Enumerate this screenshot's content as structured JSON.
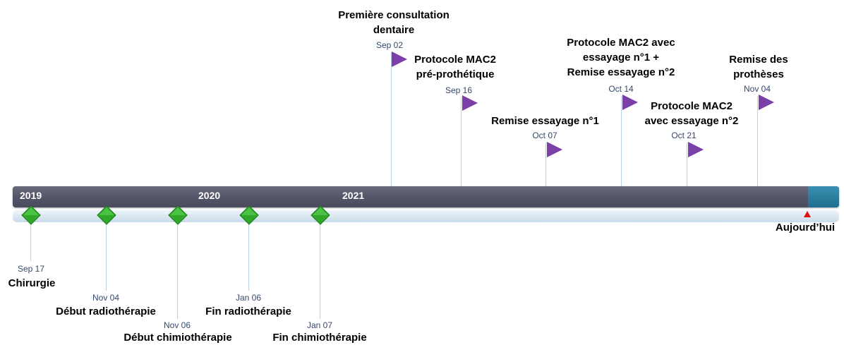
{
  "events_above": [
    {
      "lines": [
        "Première consultation",
        "dentaire"
      ],
      "date": "Sep 02"
    },
    {
      "lines": [
        "Protocole MAC2",
        "pré-prothétique"
      ],
      "date": "Sep 16"
    },
    {
      "lines": [
        "Remise essayage n°1"
      ],
      "date": "Oct 07"
    },
    {
      "lines": [
        "Protocole MAC2 avec",
        "essayage n°1 +",
        "Remise essayage  n°2"
      ],
      "date": "Oct 14"
    },
    {
      "lines": [
        "Protocole MAC2",
        "avec essayage n°2"
      ],
      "date": "Oct 21"
    },
    {
      "lines": [
        "Remise des",
        "prothèses"
      ],
      "date": "Nov 04"
    }
  ],
  "events_below": [
    {
      "label": "Chirurgie",
      "date": "Sep 17"
    },
    {
      "label": "Début radiothérapie",
      "date": "Nov 04"
    },
    {
      "label": "Début chimiothérapie",
      "date": "Nov 06"
    },
    {
      "label": "Fin radiothérapie",
      "date": "Jan 06"
    },
    {
      "label": "Fin chimiothérapie",
      "date": "Jan 07"
    }
  ],
  "years": [
    "2019",
    "2020",
    "2021"
  ],
  "today_label": "Aujourd’hui",
  "colors": {
    "flag": "#7b3fa8",
    "diamond": "#2fa82a",
    "bar": "#545468",
    "today_segment": "#1f6f8f",
    "today_marker": "#e01010",
    "date_text": "#34476a"
  }
}
